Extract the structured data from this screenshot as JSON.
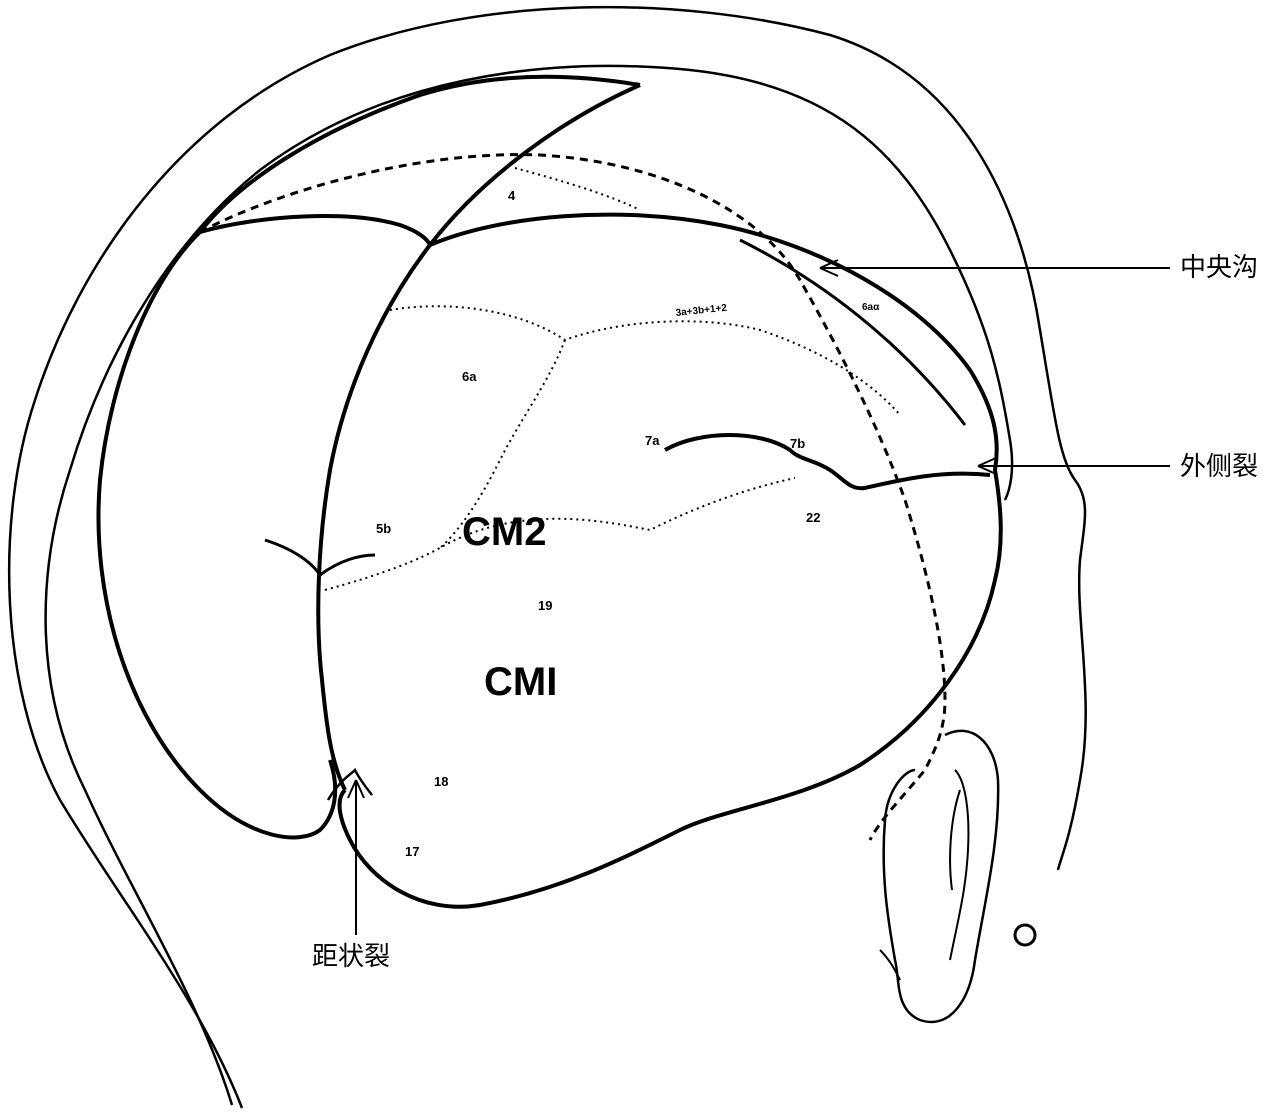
{
  "labels": {
    "central_sulcus": "中央沟",
    "lateral_fissure": "外侧裂",
    "calcarine_fissure": "距状裂"
  },
  "areas": {
    "cm2": "CM2",
    "cm1": "CMI",
    "a4": "4",
    "a3a": "3a+3b+1+2",
    "a6aa": "6aα",
    "a6a": "6a",
    "a7a": "7a",
    "a7b": "7b",
    "a22": "22",
    "a5b": "5b",
    "a19": "19",
    "a18": "18",
    "a17": "17"
  },
  "colors": {
    "ink": "#000000",
    "paper": "#ffffff"
  }
}
